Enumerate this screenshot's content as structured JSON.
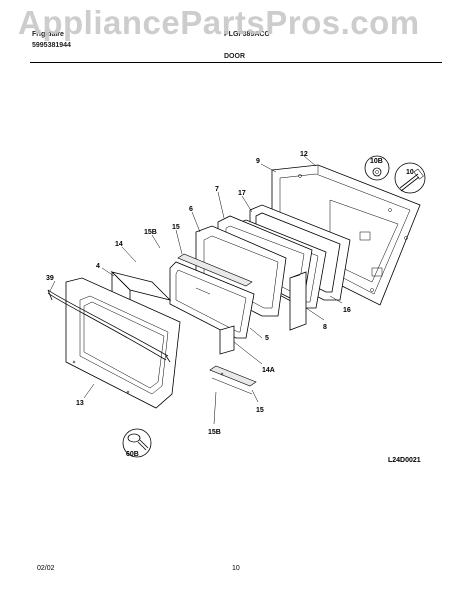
{
  "watermark": "AppliancePartsPros.com",
  "header": {
    "brand": "Frigidaire",
    "publication_no": "5995381944",
    "model": "PLGF389ACC",
    "section": "DOOR"
  },
  "figure_id": "L24D0021",
  "footer": {
    "date": "02/02",
    "page": "10"
  },
  "callouts": {
    "c39": "39",
    "c4": "4",
    "c14": "14",
    "c15b_top": "15B",
    "c15_top": "15",
    "c6": "6",
    "c7": "7",
    "c17": "17",
    "c9": "9",
    "c12": "12",
    "c10b": "10B",
    "c10": "10",
    "c5": "5",
    "c14a": "14A",
    "c15_bottom": "15",
    "c15b_bottom": "15B",
    "c8": "8",
    "c16": "16",
    "c13": "13",
    "c60b": "60B"
  }
}
